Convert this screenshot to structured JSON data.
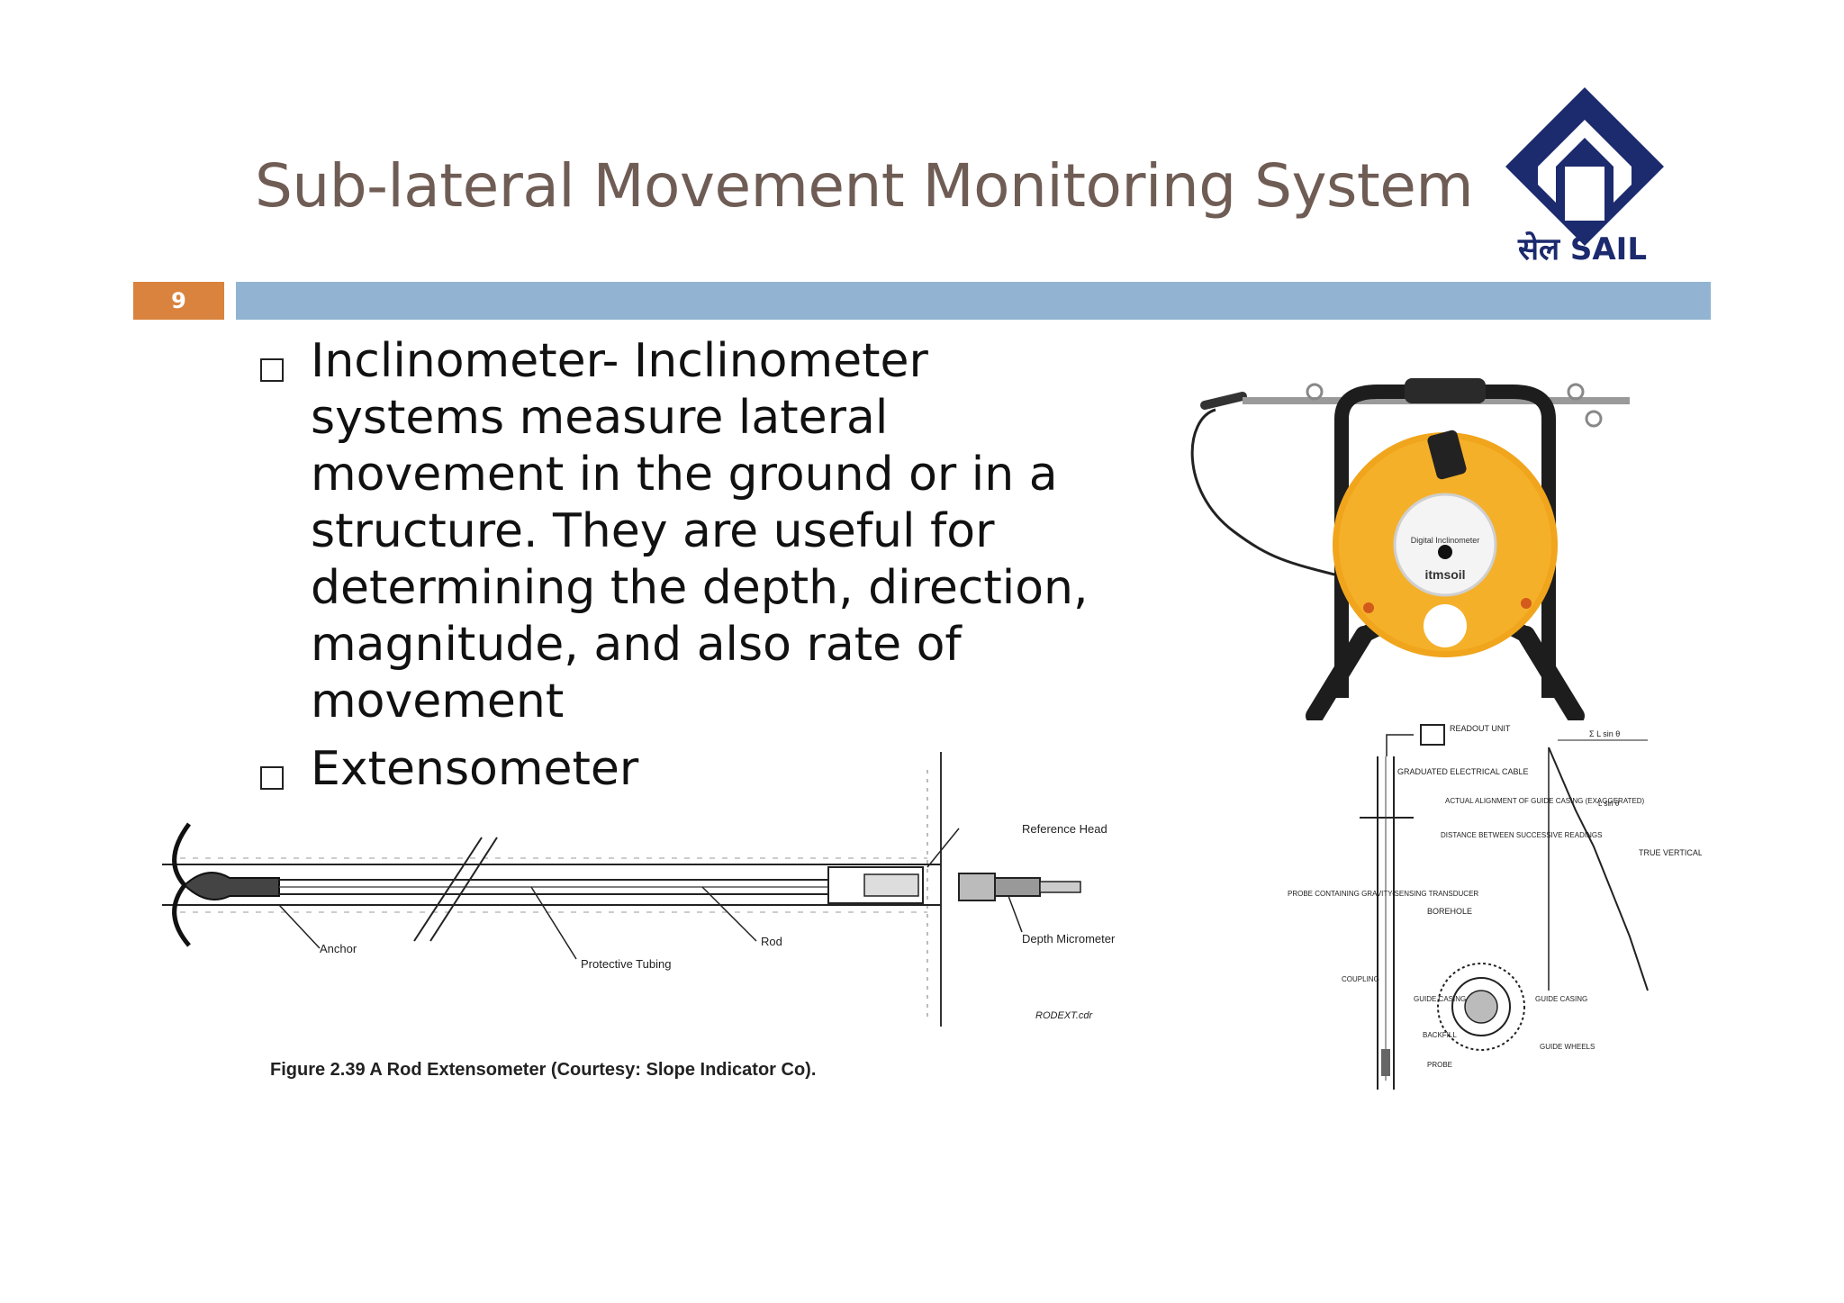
{
  "slide": {
    "title": "Sub-lateral Movement Monitoring System",
    "number": "9",
    "accent_color": "#d9833e",
    "bar_color": "#92b4d2",
    "title_color": "#6f5d55"
  },
  "logo": {
    "text": "सेल SAIL",
    "color": "#1c2a6e"
  },
  "bullets": [
    {
      "text": "Inclinometer- Inclinometer systems measure lateral movement in the ground or in a structure. They are useful for determining the depth, direction, magnitude, and also rate of movement"
    },
    {
      "text": "Extensometer"
    }
  ],
  "inclinometer_photo": {
    "label_line1": "Digital Inclinometer",
    "brand": "itmsoil"
  },
  "rod_extensometer_figure": {
    "labels": {
      "reference_head": "Reference Head",
      "anchor": "Anchor",
      "protective_tubing": "Protective Tubing",
      "rod": "Rod",
      "depth_micrometer": "Depth Micrometer",
      "file": "RODEXT.cdr"
    },
    "caption": "Figure 2.39    A Rod Extensometer (Courtesy: Slope Indicator Co)."
  },
  "inclinometer_diagram": {
    "labels": {
      "readout_unit": "READOUT UNIT",
      "graduated_cable": "GRADUATED ELECTRICAL CABLE",
      "actual_alignment": "ACTUAL ALIGNMENT OF GUIDE CASING (EXAGGERATED)",
      "distance": "DISTANCE BETWEEN SUCCESSIVE READINGS",
      "true_vertical": "TRUE VERTICAL",
      "probe": "PROBE CONTAINING GRAVITY-SENSING TRANSDUCER",
      "borehole": "BOREHOLE",
      "coupling": "COUPLING",
      "guide_casing": "GUIDE CASING",
      "guide_casing_right": "GUIDE CASING",
      "backfill": "BACKFILL",
      "probe_short": "PROBE",
      "guide_wheels": "GUIDE WHEELS",
      "sum": "Σ L sin θ",
      "lsin": "L sin θ"
    }
  }
}
